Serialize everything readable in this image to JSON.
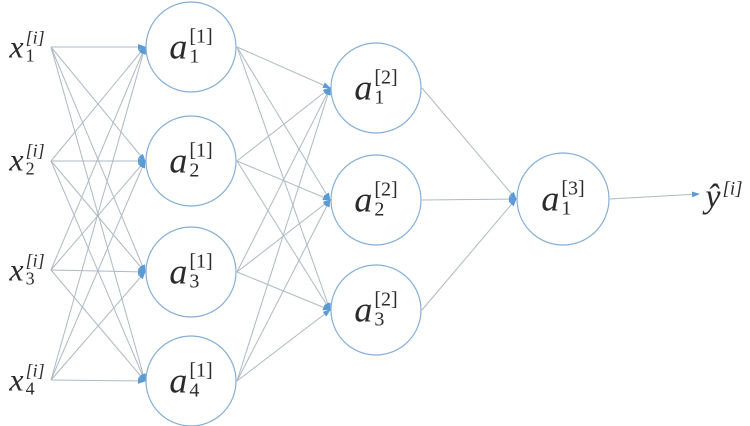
{
  "colors": {
    "node_stroke": "#85aed6",
    "edge": "#aeb9c3",
    "arrow": "#5b9bd5",
    "text": "#2b2b2b"
  },
  "network": {
    "inputs": [
      {
        "base": "x",
        "sup": "[i]",
        "sub": "1"
      },
      {
        "base": "x",
        "sup": "[i]",
        "sub": "2"
      },
      {
        "base": "x",
        "sup": "[i]",
        "sub": "3"
      },
      {
        "base": "x",
        "sup": "[i]",
        "sub": "4"
      }
    ],
    "hidden_layer_1": [
      {
        "base": "a",
        "sup": "[1]",
        "sub": "1"
      },
      {
        "base": "a",
        "sup": "[1]",
        "sub": "2"
      },
      {
        "base": "a",
        "sup": "[1]",
        "sub": "3"
      },
      {
        "base": "a",
        "sup": "[1]",
        "sub": "4"
      }
    ],
    "hidden_layer_2": [
      {
        "base": "a",
        "sup": "[2]",
        "sub": "1"
      },
      {
        "base": "a",
        "sup": "[2]",
        "sub": "2"
      },
      {
        "base": "a",
        "sup": "[2]",
        "sub": "3"
      }
    ],
    "output_layer": [
      {
        "base": "a",
        "sup": "[3]",
        "sub": "1"
      }
    ],
    "prediction": {
      "base": "ŷ",
      "sup": "[i]"
    }
  }
}
